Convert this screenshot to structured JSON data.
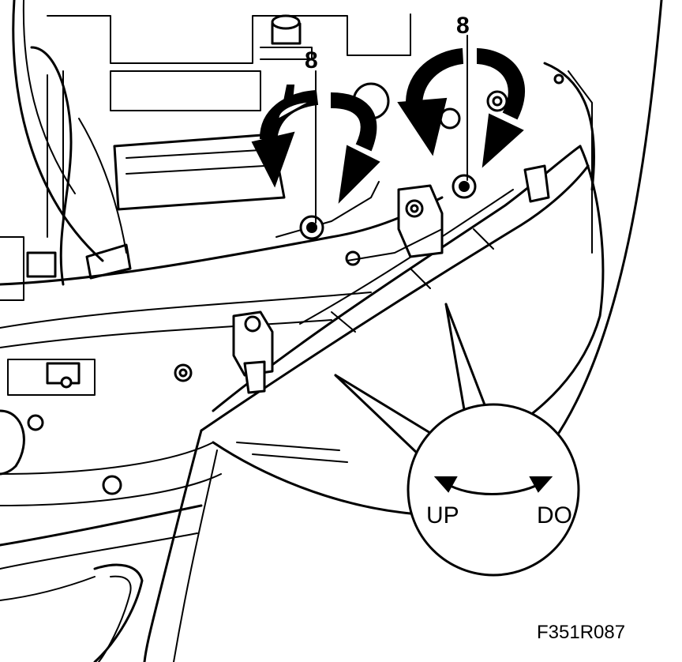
{
  "callouts": {
    "bolt_left": "8",
    "bolt_right": "8"
  },
  "adjust_detail": {
    "label_up": "UP",
    "label_down": "DO"
  },
  "figure_code": "F351R087",
  "icons": {
    "rotation_arrow": "curved-rotation-arrow-icon",
    "adjust_arrow": "double-headed-arc-arrow-icon"
  }
}
